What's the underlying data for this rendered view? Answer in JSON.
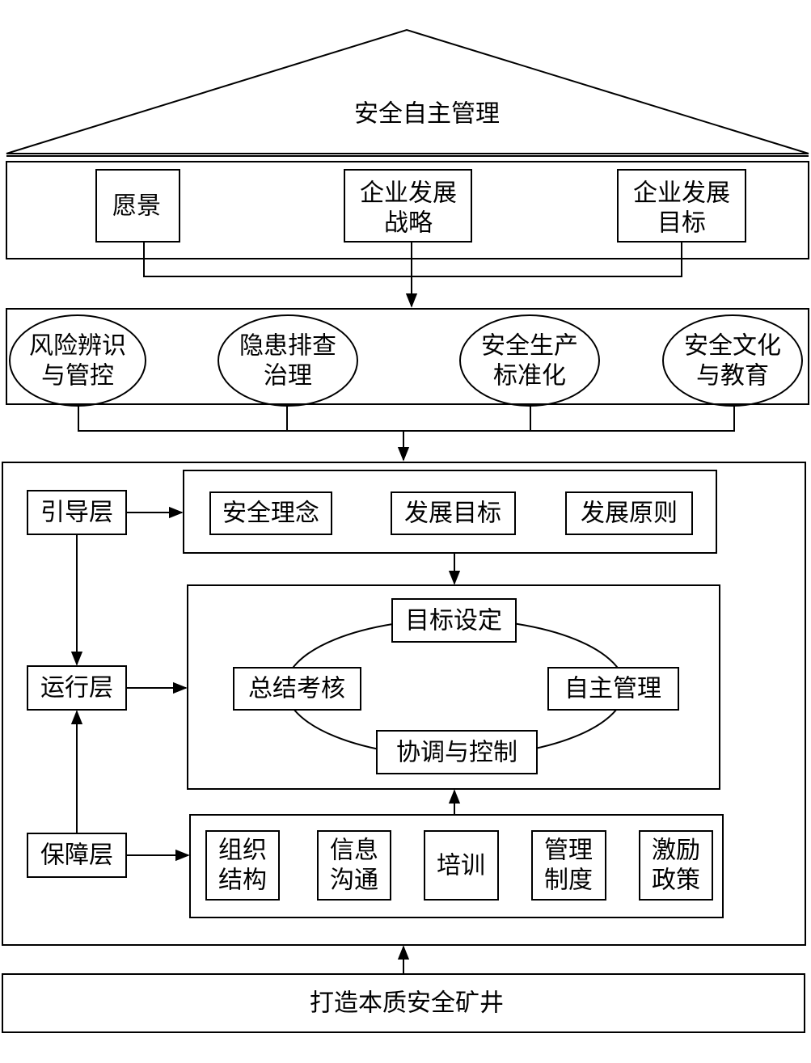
{
  "roof": {
    "title": "安全自主管理"
  },
  "top_row": {
    "vision": "愿景",
    "strategy": [
      "企业发展",
      "战略"
    ],
    "goal": [
      "企业发展",
      "目标"
    ]
  },
  "pillars": [
    [
      "风险辨识",
      "与管控"
    ],
    [
      "隐患排查",
      "治理"
    ],
    [
      "安全生产",
      "标准化"
    ],
    [
      "安全文化",
      "与教育"
    ]
  ],
  "layers": {
    "guide": "引导层",
    "run": "运行层",
    "support": "保障层"
  },
  "guide_items": [
    "安全理念",
    "发展目标",
    "发展原则"
  ],
  "cycle": {
    "top": "目标设定",
    "right": "自主管理",
    "bottom": "协调与控制",
    "left": "总结考核"
  },
  "support_items": [
    [
      "组织",
      "结构"
    ],
    [
      "信息",
      "沟通"
    ],
    [
      "培训"
    ],
    [
      "管理",
      "制度"
    ],
    [
      "激励",
      "政策"
    ]
  ],
  "foundation": {
    "title": "打造本质安全矿井"
  }
}
